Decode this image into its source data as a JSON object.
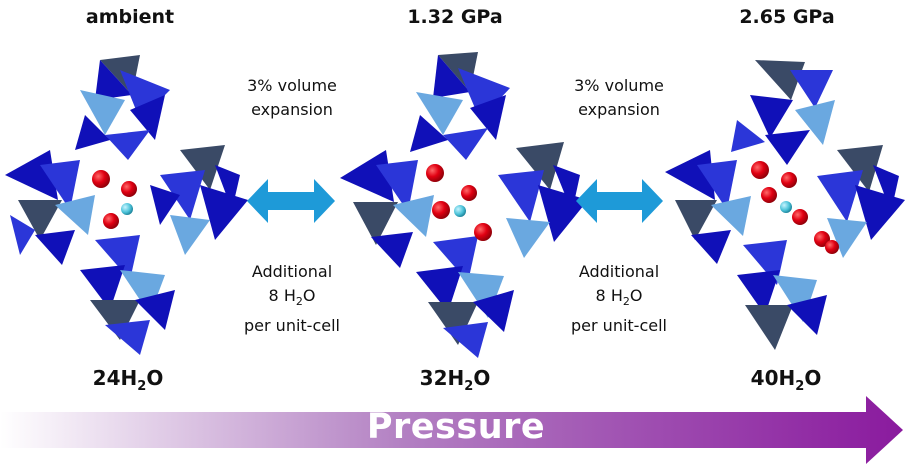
{
  "states": [
    {
      "pressure": "ambient",
      "water": "24",
      "water_suffix": "O"
    },
    {
      "pressure": "1.32 GPa",
      "water": "32",
      "water_suffix": "O"
    },
    {
      "pressure": "2.65 GPa",
      "water": "40",
      "water_suffix": "O"
    }
  ],
  "formula_h": "H",
  "formula_sub": "2",
  "transitions": [
    {
      "line1": "3% volume",
      "line2": "expansion",
      "add1": "Additional",
      "add2_pre": "8 H",
      "add2_sub": "2",
      "add2_post": "O",
      "add3": "per unit-cell"
    },
    {
      "line1": "3% volume",
      "line2": "expansion",
      "add1": "Additional",
      "add2_pre": "8 H",
      "add2_sub": "2",
      "add2_post": "O",
      "add3": "per unit-cell"
    }
  ],
  "bottom_arrow_label": "Pressure",
  "colors": {
    "tetra_dark": "#1010b8",
    "tetra_mid": "#2b36d8",
    "tetra_light": "#6aa8e0",
    "tetra_grey": "#3a4a66",
    "oxygen": "#e10012",
    "cation": "#4cc3d9",
    "double_arrow": "#1e9ad8",
    "pressure_arrow_end": "#8a1a9e"
  }
}
